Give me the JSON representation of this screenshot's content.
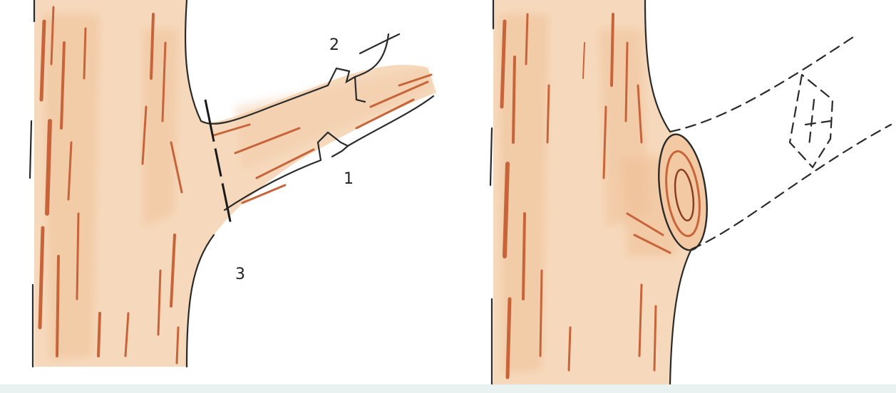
{
  "labels": {
    "cut1": "1",
    "cut2": "2",
    "cut3": "3"
  },
  "colors": {
    "wood_light": "#f7dcc0",
    "wood_mid": "#efc39b",
    "bark_streak": "#c8643a",
    "bark_dark": "#8a3f22",
    "outline": "#2a2a2a",
    "bottom_strip": "#e9f2f0"
  },
  "icons": {
    "left_panel": "branch-three-cut-sequence",
    "right_panel": "pruned-branch-stub"
  }
}
